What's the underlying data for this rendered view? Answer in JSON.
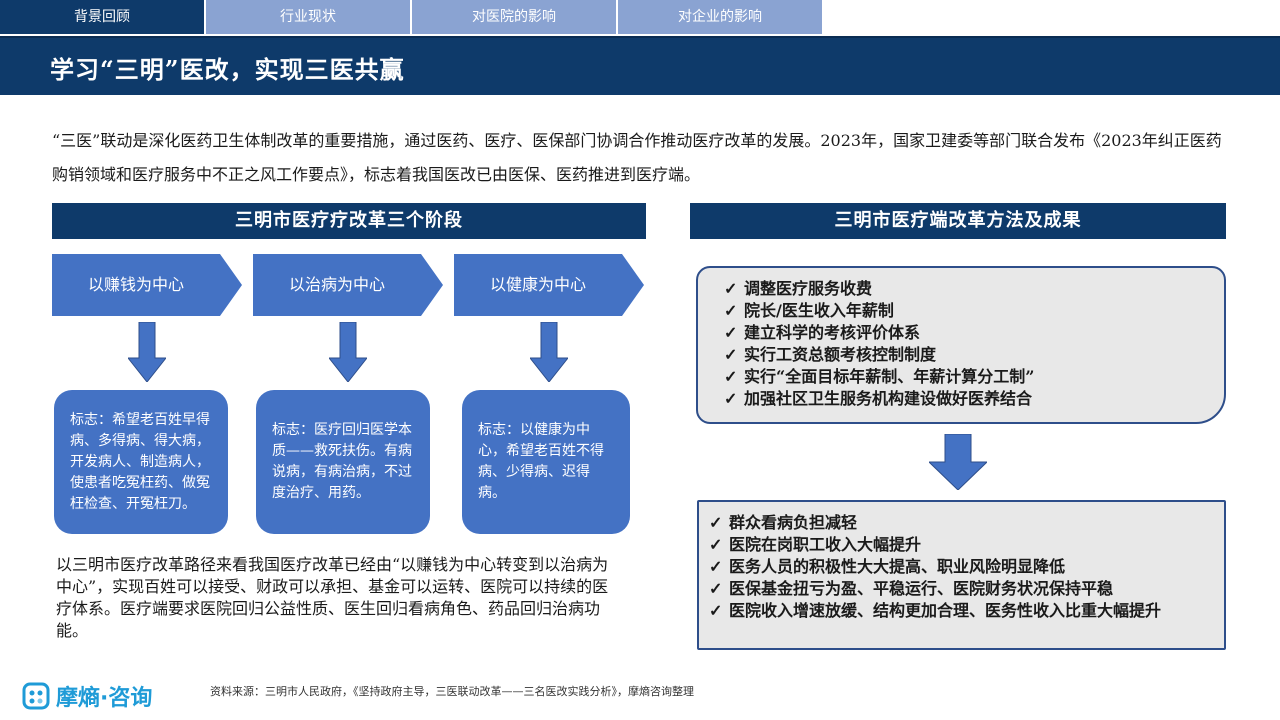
{
  "tabs": [
    {
      "label": "背景回顾",
      "active": true
    },
    {
      "label": "行业现状",
      "active": false
    },
    {
      "label": "对医院的影响",
      "active": false
    },
    {
      "label": "对企业的影响",
      "active": false
    }
  ],
  "title": "学习“三明”医改，实现三医共赢",
  "intro": "“三医”联动是深化医药卫生体制改革的重要措施，通过医药、医疗、医保部门协调合作推动医疗改革的发展。2023年，国家卫建委等部门联合发布《2023年纠正医药购销领域和医疗服务中不正之风工作要点》，标志着我国医改已由医保、医药推进到医疗端。",
  "left_section": {
    "header": "三明市医疗疗改革三个阶段",
    "stages": [
      {
        "label": "以赚钱为中心",
        "desc": "标志：希望老百姓早得病、多得病、得大病，开发病人、制造病人，使患者吃冤枉药、做冤枉检查、开冤枉刀。"
      },
      {
        "label": "以治病为中心",
        "desc": "标志：医疗回归医学本质——救死扶伤。有病说病，有病治病，不过度治疗、用药。"
      },
      {
        "label": "以健康为中心",
        "desc": "标志：以健康为中心，希望老百姓不得病、少得病、迟得病。"
      }
    ],
    "summary": "以三明市医疗改革路径来看我国医疗改革已经由“以赚钱为中心转变到以治病为中心”，实现百姓可以接受、财政可以承担、基金可以运转、医院可以持续的医疗体系。医疗端要求医院回归公益性质、医生回归看病角色、药品回归治病功能。"
  },
  "right_section": {
    "header": "三明市医疗端改革方法及成果",
    "methods": [
      "调整医疗服务收费",
      "院长/医生收入年薪制",
      "建立科学的考核评价体系",
      "实行工资总额考核控制制度",
      "实行“全面目标年薪制、年薪计算分工制”",
      "加强社区卫生服务机构建设做好医养结合"
    ],
    "results": [
      "群众看病负担减轻",
      "医院在岗职工收入大幅提升",
      "医务人员的积极性大大提高、职业风险明显降低",
      "医保基金扭亏为盈、平稳运行、医院财务状况保持平稳",
      "医院收入增速放缓、结构更加合理、医务性收入比重大幅提升"
    ]
  },
  "source": "资料来源：三明市人民政府，《坚持政府主导，三医联动改革——三名医改实践分析》，摩熵咨询整理",
  "logo": {
    "text": "摩熵·咨询",
    "icon": "moshang-logo-icon"
  },
  "colors": {
    "navy": "#0e3a6a",
    "tab_inactive": "#8aa3d2",
    "box_blue": "#4472c4",
    "check_bg": "#e8e8e8"
  }
}
